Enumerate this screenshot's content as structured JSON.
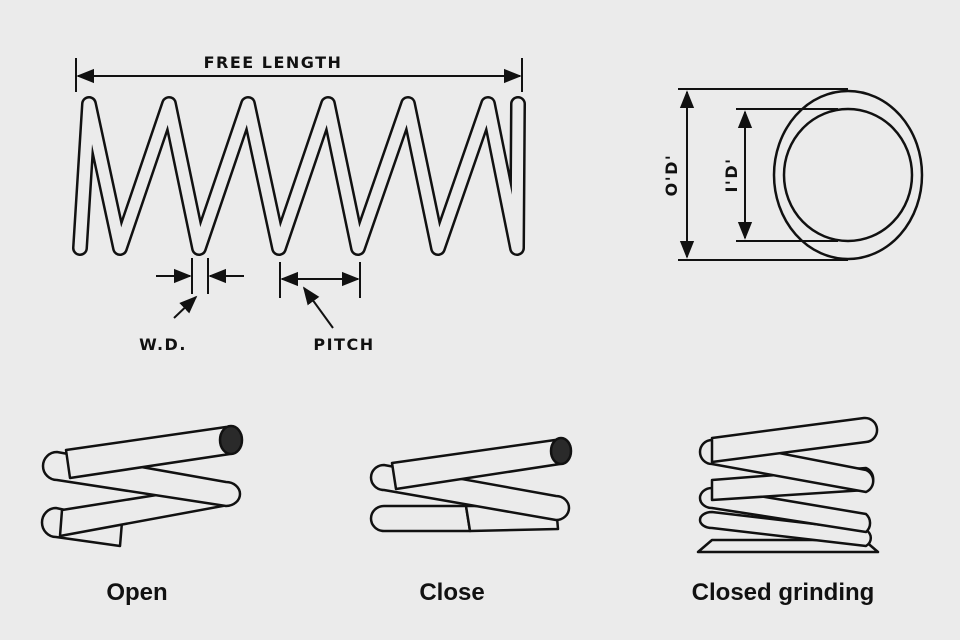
{
  "spring_dimensions": {
    "free_length_label": "FREE LENGTH",
    "wire_diameter_label": "W.D.",
    "pitch_label": "PITCH",
    "outer_diameter_label": "O'D'",
    "inner_diameter_label": "I'D'"
  },
  "end_types": [
    {
      "caption": "Open"
    },
    {
      "caption": "Close"
    },
    {
      "caption": "Closed grinding"
    }
  ],
  "colors": {
    "background": "#ebebeb",
    "line": "#111111",
    "wire_cap": "#2a2a2a"
  }
}
